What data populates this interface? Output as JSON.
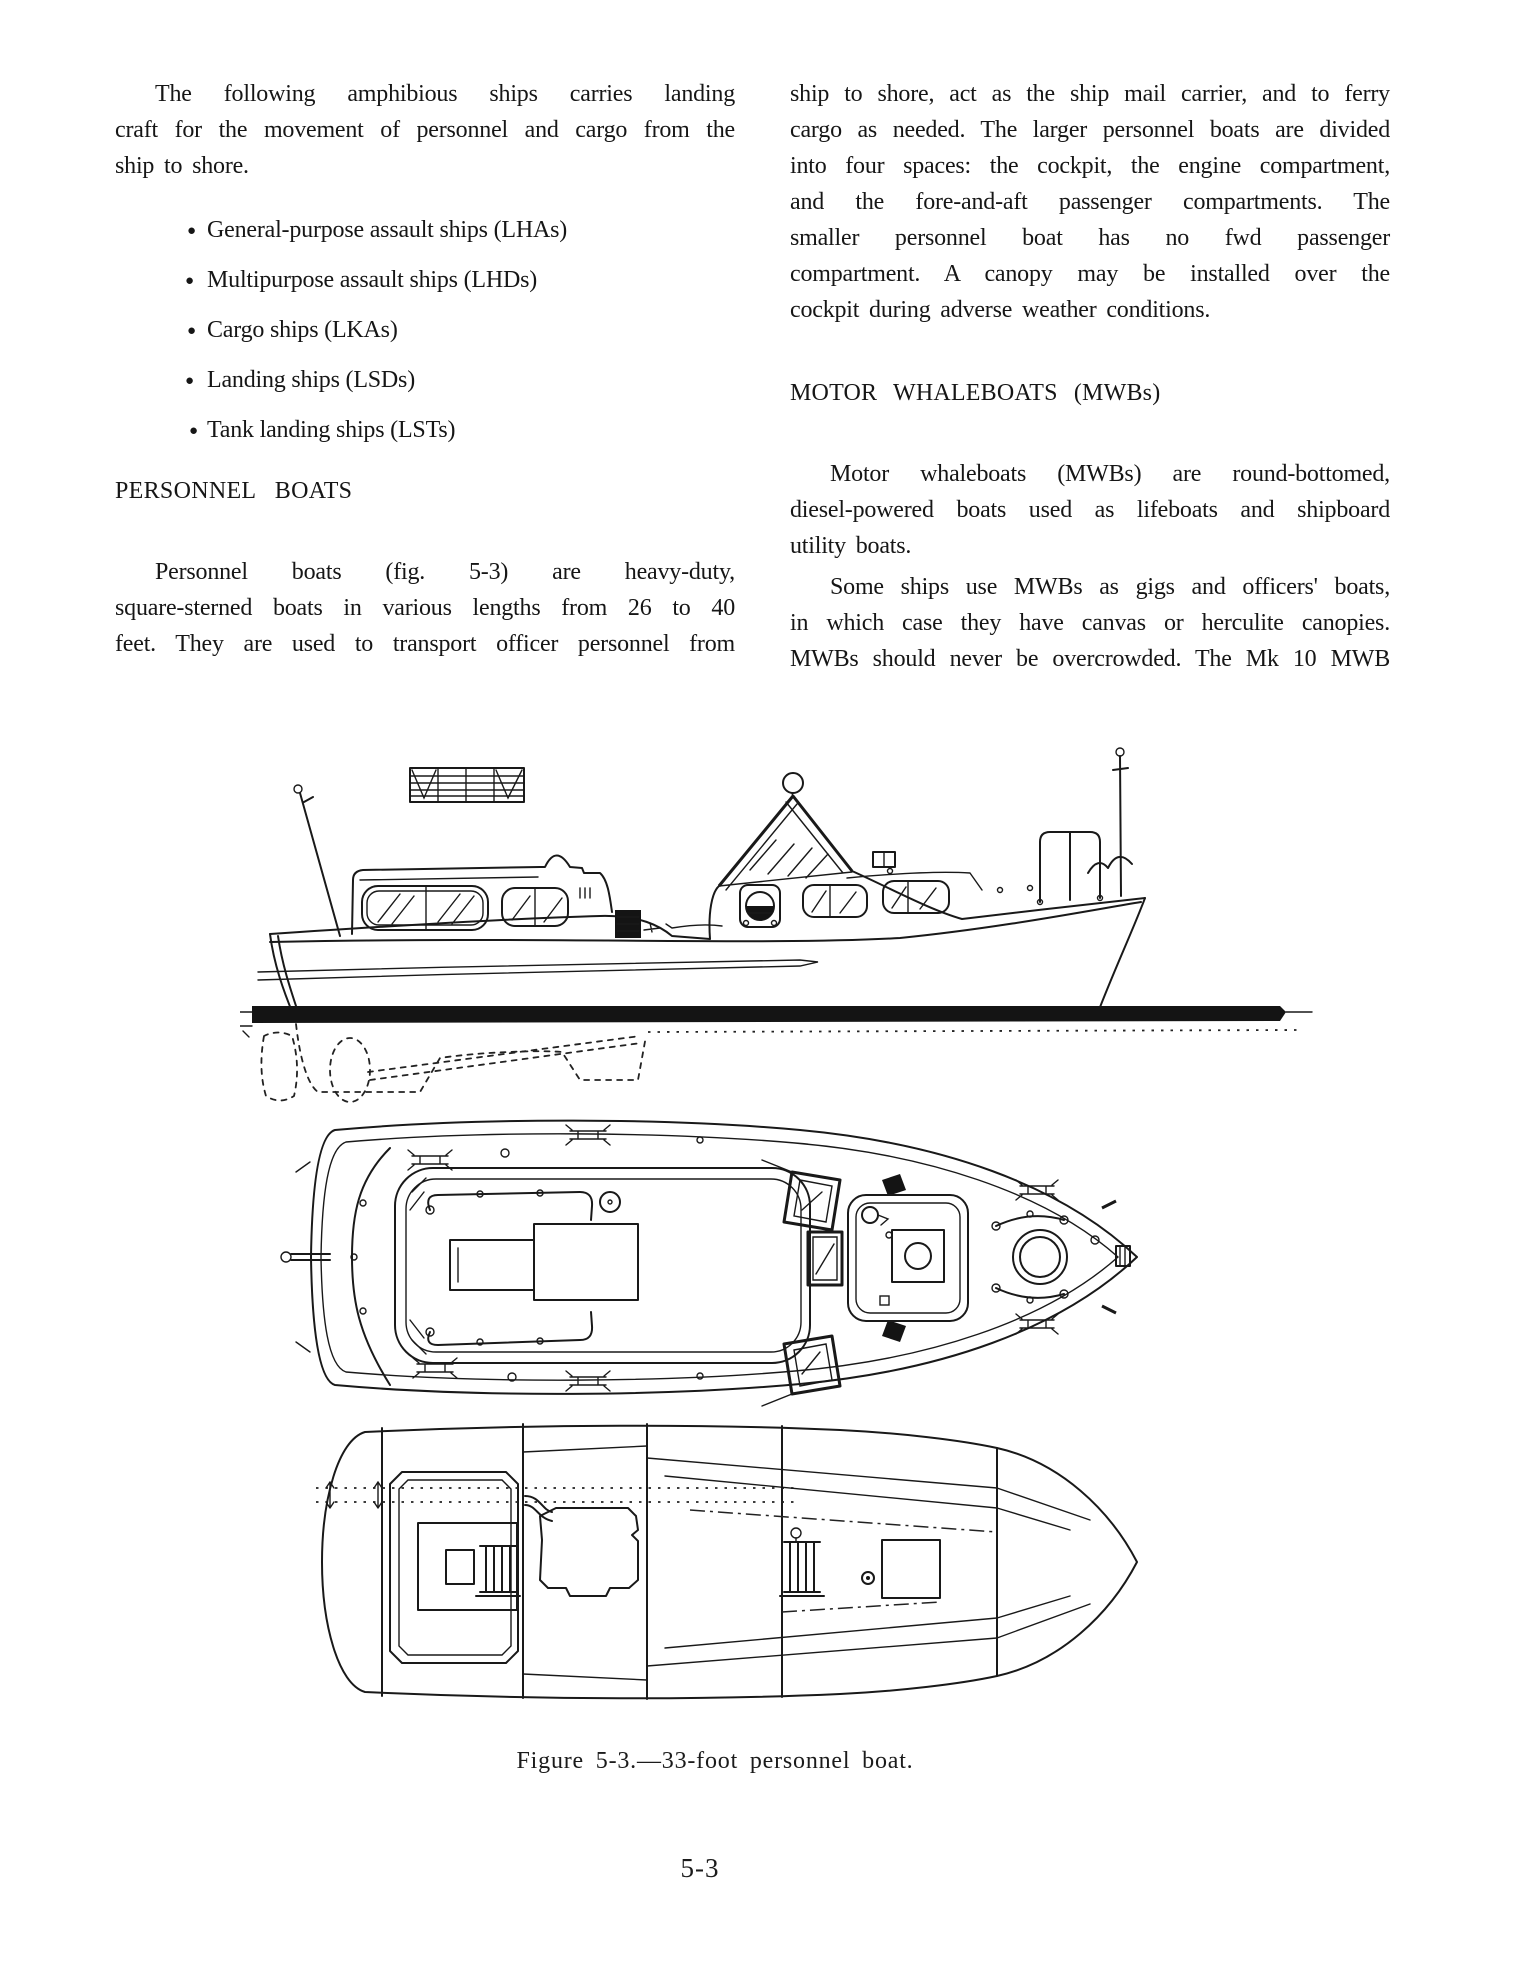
{
  "doc": {
    "left": {
      "p1": [
        "The following amphibious ships carries landing",
        "craft for the movement of personnel and cargo from the",
        "ship to shore."
      ],
      "bullets": [
        "General-purpose assault ships (LHAs)",
        "Multipurpose assault ships (LHDs)",
        "Cargo ships (LKAs)",
        "Landing ships (LSDs)",
        "Tank landing ships (LSTs)"
      ],
      "h1": "PERSONNEL BOATS",
      "p2": [
        "Personnel boats (fig. 5-3) are heavy-duty,",
        "square-sterned boats in various lengths from 26 to 40",
        "feet. They are used to transport officer personnel from"
      ]
    },
    "right": {
      "p1": [
        "ship to shore, act as the ship mail carrier, and to ferry",
        "cargo as needed. The larger personnel boats are divided",
        "into four spaces: the cockpit, the engine compartment,",
        "and the fore-and-aft passenger compartments. The",
        "smaller personnel boat has no fwd passenger",
        "compartment. A canopy may be installed over the",
        "cockpit during adverse weather conditions."
      ],
      "h1": "MOTOR WHALEBOATS (MWBs)",
      "p2": [
        "Motor whaleboats (MWBs) are round-bottomed,",
        "diesel-powered boats used as lifeboats and shipboard",
        "utility boats."
      ],
      "p3": [
        "Some ships use MWBs as gigs and officers' boats,",
        "in which case they have canvas or herculite canopies.",
        "MWBs should never be overcrowded. The Mk 10 MWB"
      ]
    },
    "figure": {
      "caption": "Figure 5-3.—33-foot personnel boat."
    },
    "page_number": "5-3"
  }
}
